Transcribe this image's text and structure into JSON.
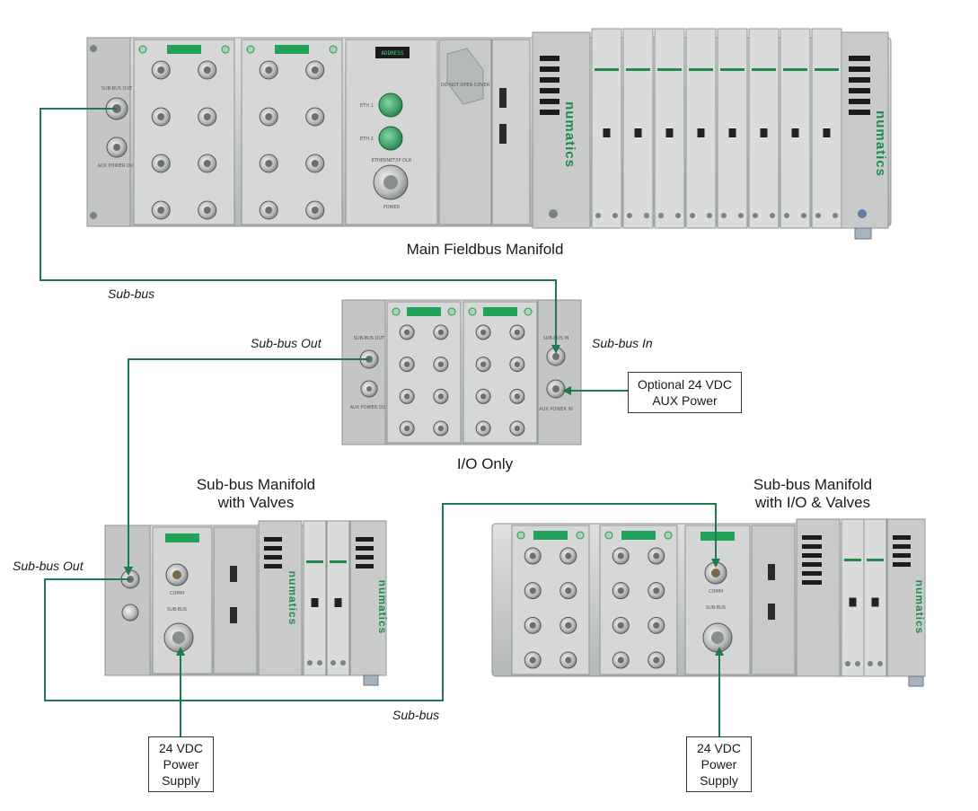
{
  "captions": {
    "main_manifold": "Main Fieldbus Manifold",
    "io_only": "I/O Only",
    "sub_valves_line1": "Sub-bus Manifold",
    "sub_valves_line2": "with Valves",
    "sub_io_valves_line1": "Sub-bus Manifold",
    "sub_io_valves_line2": "with I/O & Valves"
  },
  "notes": {
    "sub_bus_top": "Sub-bus",
    "sub_bus_out_mid": "Sub-bus Out",
    "sub_bus_in": "Sub-bus In",
    "sub_bus_out_left": "Sub-bus Out",
    "sub_bus_bottom": "Sub-bus"
  },
  "boxes": {
    "aux_power_line1": "Optional 24 VDC",
    "aux_power_line2": "AUX Power",
    "psu_left_line1": "24 VDC",
    "psu_left_line2": "Power",
    "psu_left_line3": "Supply",
    "psu_right_line1": "24 VDC",
    "psu_right_line2": "Power",
    "psu_right_line3": "Supply"
  },
  "module_labels": {
    "brand": "numatics",
    "address": "ADDRESS",
    "eth1": "ETH 1",
    "eth2": "ETH 2",
    "ethernet_dlr": "ETHERNET/IP DLR",
    "power": "POWER",
    "do_not_open": "DO NOT OPEN COVER",
    "sub_bus_out": "SUB-BUS OUT",
    "aux_power_out": "AUX POWER OUT",
    "sub_bus_in": "SUB-BUS IN",
    "aux_power_in": "AUX POWER IN",
    "comm": "COMM",
    "sub_bus": "SUB-BUS"
  },
  "colors": {
    "connector_line": "#1e7a4e",
    "module_body": "#c9ccca",
    "module_dark": "#8f9492",
    "brand_green": "#1f8a4c",
    "led_green": "#23a35a"
  }
}
